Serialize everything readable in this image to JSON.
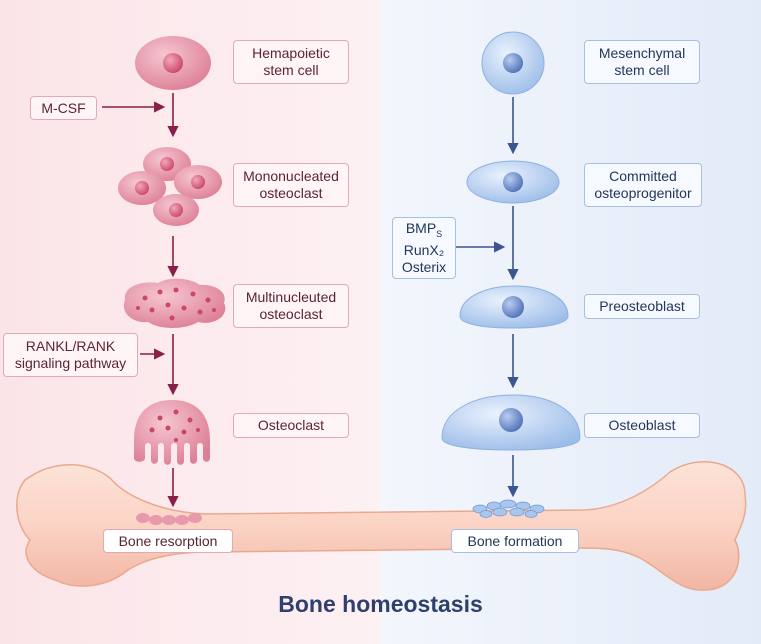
{
  "title": "Bone homeostasis",
  "osteoclast_lineage": {
    "stages": [
      {
        "line1": "Hemapoietic",
        "line2": "stem cell"
      },
      {
        "line1": "Mononucleated",
        "line2": "osteoclast"
      },
      {
        "line1": "Multinucleuted",
        "line2": "osteoclast"
      },
      {
        "line1": "Osteoclast",
        "line2": ""
      }
    ],
    "factors": {
      "mcsf": "M-CSF",
      "rankl_line1": "RANKL/RANK",
      "rankl_line2": "signaling pathway"
    },
    "outcome": "Bone resorption"
  },
  "osteoblast_lineage": {
    "stages": [
      {
        "line1": "Mesenchymal",
        "line2": "stem cell"
      },
      {
        "line1": "Committed",
        "line2": "osteoprogenitor"
      },
      {
        "line1": "Preosteoblast",
        "line2": ""
      },
      {
        "line1": "Osteoblast",
        "line2": ""
      }
    ],
    "factors": {
      "bmp_base": "BMP",
      "bmp_sub": "S",
      "runx2": "RunX₂",
      "osterix": "Osterix"
    },
    "outcome": "Bone formation"
  },
  "colors": {
    "osteoclast": "#e896a8",
    "osteoblast": "#a9c6ee",
    "arrow_left": "#8a1f4a",
    "arrow_right": "#3a5590",
    "title": "#2f3f6e"
  }
}
